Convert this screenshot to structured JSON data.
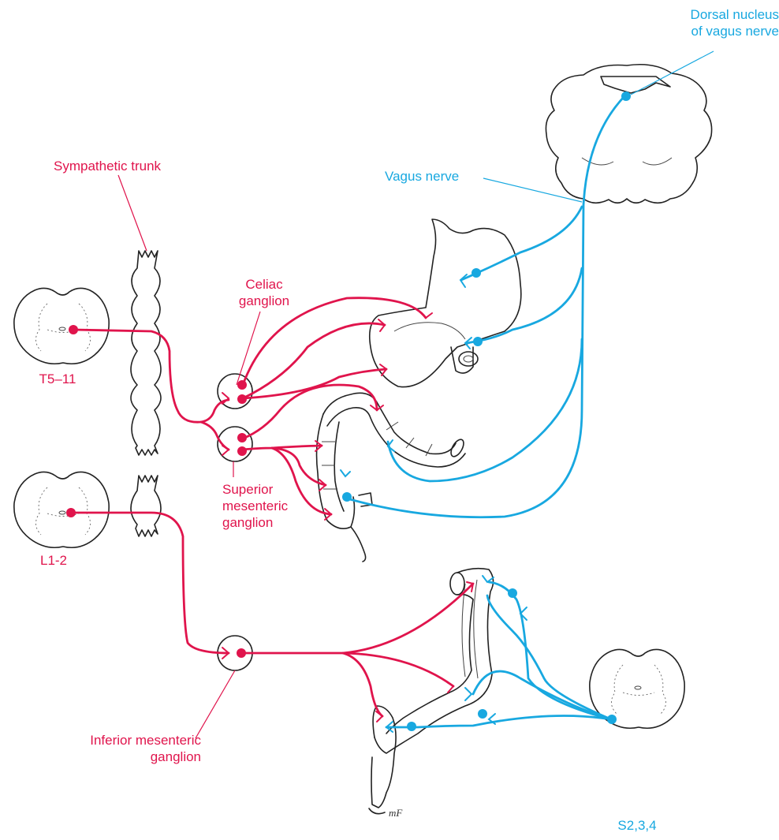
{
  "labels": {
    "dorsal_nucleus_line1": "Dorsal nucleus",
    "dorsal_nucleus_line2": "of vagus nerve",
    "vagus_nerve": "Vagus nerve",
    "sympathetic_trunk": "Sympathetic trunk",
    "celiac_line1": "Celiac",
    "celiac_line2": "ganglion",
    "t5_11": "T5–11",
    "superior_line1": "Superior",
    "superior_line2": "mesenteric",
    "superior_line3": "ganglion",
    "l1_2": "L1-2",
    "inferior_line1": "Inferior mesenteric",
    "inferior_line2": "ganglion",
    "s234": "S2,3,4",
    "artist_mark": "mF"
  },
  "colors": {
    "sympathetic": "#e0144c",
    "parasympathetic": "#18a8e0",
    "outline": "#222222"
  }
}
